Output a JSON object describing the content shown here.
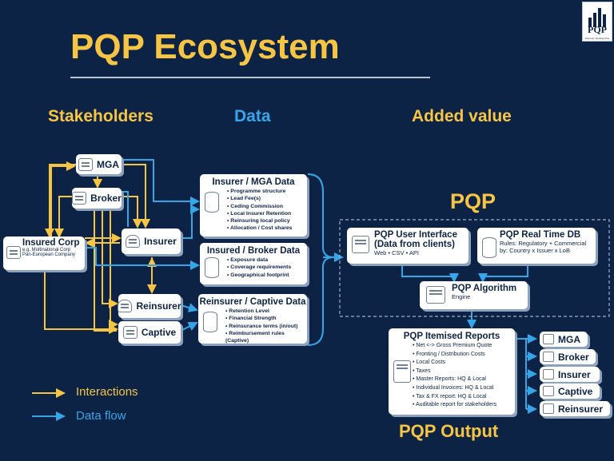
{
  "title": "PQP Ecosystem",
  "logo": {
    "text": "PQP",
    "subtitle": "Premium Quoting Plus"
  },
  "headers": {
    "stakeholders": "Stakeholders",
    "data": "Data",
    "added_value": "Added value",
    "pqp": "PQP",
    "output": "PQP Output"
  },
  "stakeholders": {
    "mga": "MGA",
    "broker": "Broker",
    "insured_corp": "Insured Corp",
    "insured_corp_sub1": "e.g. Multinational Corp",
    "insured_corp_sub2": "Pan-European Company",
    "insurer": "Insurer",
    "reinsurer": "Reinsurer",
    "captive": "Captive"
  },
  "data_boxes": [
    {
      "title": "Insurer / MGA Data",
      "items": [
        "Programme structure",
        "Lead Fee(s)",
        "Ceding Commission",
        "Local Insurer Retention",
        "Reinsuring local policy",
        "Allocation / Cost shares"
      ]
    },
    {
      "title": "Insured / Broker Data",
      "items": [
        "Exposure data",
        "Coverage requirements",
        "Geographical footprint"
      ]
    },
    {
      "title": "Reinsurer / Captive Data",
      "items": [
        "Retention Level",
        "Financial Strength",
        "Reinsurance terms (in/out)",
        "Reimbursement rules (Captive)"
      ]
    }
  ],
  "pqp": {
    "ui_title": "PQP User Interface",
    "ui_sub": "(Data from clients)",
    "ui_detail": "Web • CSV • API",
    "db_title": "PQP Real Time DB",
    "db_line1": "Rules: Regulatory + Commercial",
    "db_line2": "by:  Country x Issuer x LoB",
    "algo_title": "PQP Algorithm",
    "algo_sub": "Engine"
  },
  "reports": {
    "title": "PQP Itemised Reports",
    "items": [
      "Net <-> Gross Premium Quote",
      "Fronting / Distribution Costs",
      "Local Costs",
      "Taxes",
      "Master Reports: HQ & Local",
      "Individual Invoices: HQ & Local",
      "Tax & FX report: HQ & Local",
      "Auditable report for stakeholders"
    ]
  },
  "outputs": [
    "MGA",
    "Broker",
    "Insurer",
    "Captive",
    "Reinsurer"
  ],
  "legend": {
    "interactions": "Interactions",
    "data_flow": "Data flow"
  },
  "colors": {
    "background": "#0d2346",
    "interactions": "#f6c544",
    "data_flow": "#35a7e8",
    "title": "#f6c544",
    "box": "#ffffff"
  }
}
